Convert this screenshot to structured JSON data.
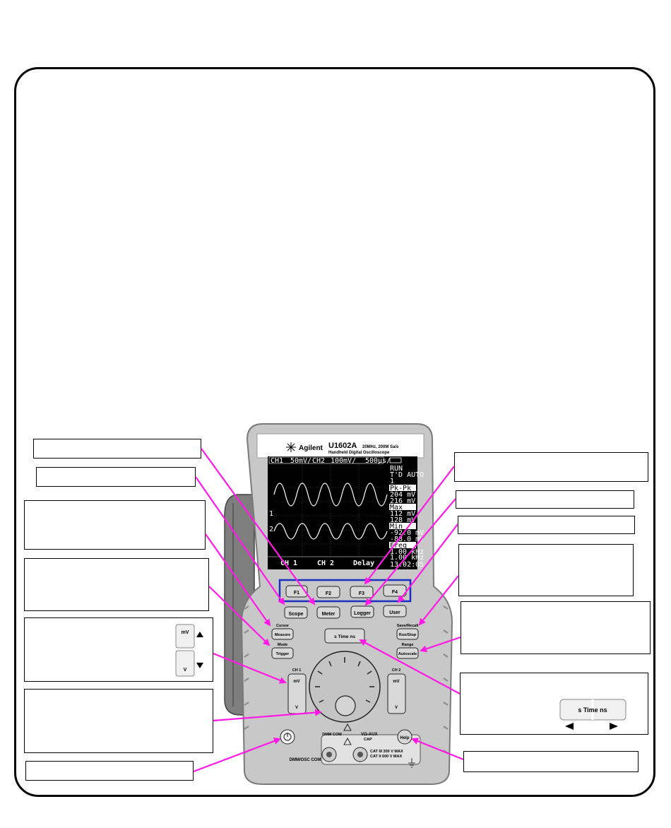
{
  "device": {
    "brand": "Agilent",
    "model": "U1602A",
    "spec": "20MHz, 200M Sa/s",
    "description": "Handheld Digital Oscilloscope"
  },
  "screen": {
    "ch1_header": "CH1",
    "ch1_scale": "50mV/",
    "ch2_header": "CH2",
    "ch2_scale": "100mV/",
    "timebase": "500µs/",
    "status": [
      "RUN",
      "T'D AUTO",
      "1"
    ],
    "readouts": [
      {
        "label": "Pk-Pk",
        "values": [
          "204  mV",
          "216  mV"
        ]
      },
      {
        "label": "Max",
        "values": [
          "112  mV",
          "128  mV"
        ]
      },
      {
        "label": "Min",
        "values": [
          "-92.0  mV",
          "-88.0  mV"
        ]
      },
      {
        "label": "Freq",
        "values": [
          "1.00 kHz",
          "1.00 kHz"
        ]
      }
    ],
    "clock": "13:02:05",
    "softkeys": [
      "CH 1",
      "CH 2",
      "Delay"
    ],
    "markers": [
      "1",
      "2"
    ]
  },
  "buttons": {
    "f1": "F1",
    "f2": "F2",
    "f3": "F3",
    "f4": "F4",
    "scope": "Scope",
    "meter": "Meter",
    "logger": "Logger",
    "user": "User",
    "cursor": "Cursor",
    "measure": "Measure",
    "mode": "Mode",
    "trigger": "Trigger",
    "save_recall": "Save/Recall",
    "run_stop": "Run/Stop",
    "range": "Range",
    "autoscale": "Autoscale",
    "time": "s Time ns",
    "ch1": "CH 1",
    "ch2": "CH 2",
    "mv": "mV",
    "v": "V",
    "help": "Help"
  },
  "terminals": {
    "dmm_com": "DMM COM",
    "vo_aux": "VΩ-AUX",
    "cap": "CAP",
    "cat3": "CAT III 300 V MAX",
    "cat2": "CAT II 600 V MAX",
    "dmm_osc_com": "DMM/OSC COM"
  },
  "legend": {
    "mv": "mV",
    "v": "V",
    "time": "s Time ns"
  },
  "colors": {
    "arrow": "#ff19e6",
    "body": "#c8c8c8",
    "panel": "#b4b4b4",
    "lcd": "#000000"
  }
}
